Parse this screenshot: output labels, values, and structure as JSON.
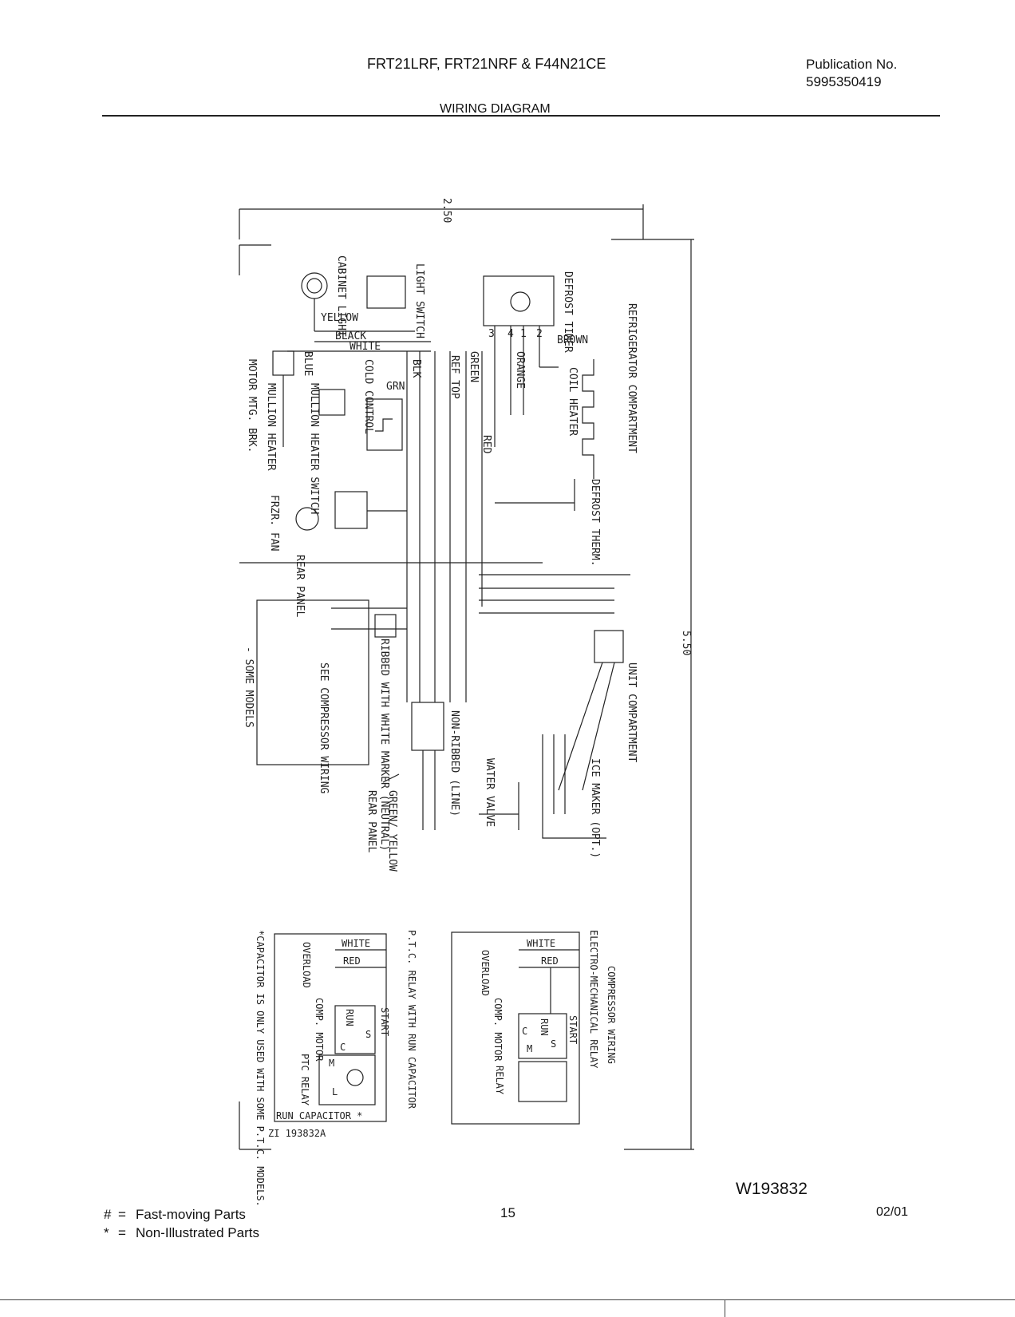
{
  "header": {
    "models": "FRT21LRF, FRT21NRF & F44N21CE",
    "publication_label": "Publication No.",
    "publication_number": "5995350419",
    "section_title": "WIRING DIAGRAM"
  },
  "diagram": {
    "dimension_top": "2.50",
    "dimension_right": "5.50",
    "compartments": {
      "refrigerator": "REFRIGERATOR COMPARTMENT",
      "unit": "UNIT COMPARTMENT"
    },
    "components": {
      "defrost_timer": "DEFROST TIMER",
      "light_switch": "LIGHT SWITCH",
      "cabinet_light": "CABINET LIGHT",
      "cold_control": "COLD CONTROL",
      "mullion_heater_switch": "MULLION HEATER SWITCH",
      "mullion_heater": "MULLION HEATER",
      "motor_mtg_brk": "MOTOR MTG. BRK.",
      "frzr_fan": "FRZR. FAN",
      "coil_heater": "COIL HEATER",
      "defrost_therm": "DEFROST THERM.",
      "rear_panel_1": "REAR PANEL",
      "rear_panel_2": "REAR PANEL",
      "see_compressor_wiring": "SEE COMPRESSOR WIRING",
      "some_models": "- SOME MODELS",
      "ribbed_marker": "RIBBED WITH WHITE MARKER (NEUTRAL)",
      "non_ribbed": "NON-RIBBED (LINE)",
      "water_valve": "WATER VALVE",
      "ice_maker": "ICE MAKER (OPT.)",
      "ref_top": "REF TOP"
    },
    "wire_labels": {
      "yellow": "YELLOW",
      "black": "BLACK",
      "white": "WHITE",
      "blue": "BLUE",
      "blk": "BLK",
      "grn": "GRN",
      "green": "GREEN",
      "orange": "ORANGE",
      "red": "RED",
      "brown": "BROWN",
      "green_yellow": "GREEN/ YELLOW",
      "timer_terminals": [
        "4",
        "1",
        "2",
        "3"
      ]
    },
    "inset_ptc": {
      "title": "P.T.C. RELAY WITH RUN CAPACITOR",
      "note": "*CAPACITOR IS ONLY USED WITH SOME P.T.C. MODELS.",
      "white": "WHITE",
      "red": "RED",
      "overload": "OVERLOAD",
      "comp_motor": "COMP. MOTOR",
      "ptc_relay": "PTC RELAY",
      "start": "START",
      "run": "RUN",
      "s": "S",
      "c": "C",
      "m": "M",
      "l": "L",
      "run_capacitor": "RUN CAPACITOR *",
      "part_code": "ZI 193832A"
    },
    "inset_em": {
      "title": "COMPRESSOR WIRING",
      "subtitle": "ELECTRO-MECHANICAL RELAY",
      "white": "WHITE",
      "red": "RED",
      "overload": "OVERLOAD",
      "comp_motor": "COMP. MOTOR",
      "relay": "RELAY",
      "start": "START",
      "run": "RUN",
      "s": "S",
      "c": "C",
      "m": "M"
    }
  },
  "footer": {
    "diagram_id": "W193832",
    "page_number": "15",
    "date": "02/01",
    "legend": [
      {
        "symbol": "#",
        "equals": "=",
        "text": "Fast-moving Parts"
      },
      {
        "symbol": "*",
        "equals": "=",
        "text": "Non-Illustrated Parts"
      }
    ]
  }
}
